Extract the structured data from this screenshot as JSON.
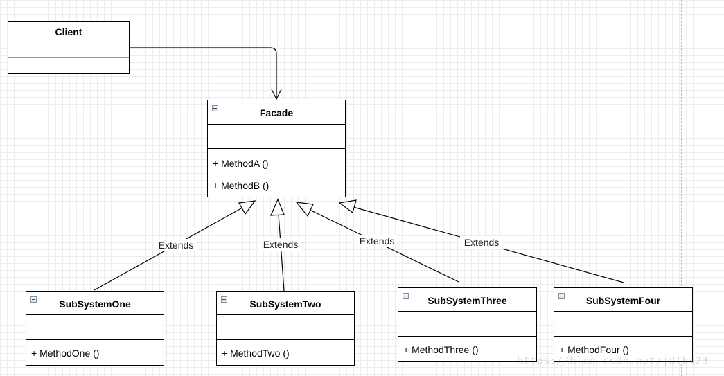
{
  "diagram": {
    "classes": {
      "client": {
        "name": "Client",
        "methods": []
      },
      "facade": {
        "name": "Facade",
        "methods": [
          "+ MethodA ()",
          "+ MethodB ()"
        ]
      },
      "sub_one": {
        "name": "SubSystemOne",
        "methods": [
          "+ MethodOne ()"
        ]
      },
      "sub_two": {
        "name": "SubSystemTwo",
        "methods": [
          "+ MethodTwo ()"
        ]
      },
      "sub_three": {
        "name": "SubSystemThree",
        "methods": [
          "+ MethodThree ()"
        ]
      },
      "sub_four": {
        "name": "SubSystemFour",
        "methods": [
          "+ MethodFour ()"
        ]
      }
    },
    "edges": [
      {
        "from": "Client",
        "to": "Facade",
        "type": "association"
      },
      {
        "from": "SubSystemOne",
        "to": "Facade",
        "type": "generalization",
        "label": "Extends"
      },
      {
        "from": "SubSystemTwo",
        "to": "Facade",
        "type": "generalization",
        "label": "Extends"
      },
      {
        "from": "SubSystemThree",
        "to": "Facade",
        "type": "generalization",
        "label": "Extends"
      },
      {
        "from": "SubSystemFour",
        "to": "Facade",
        "type": "generalization",
        "label": "Extends"
      }
    ],
    "watermark": "https://blog.csdn.net/jdfk423"
  }
}
